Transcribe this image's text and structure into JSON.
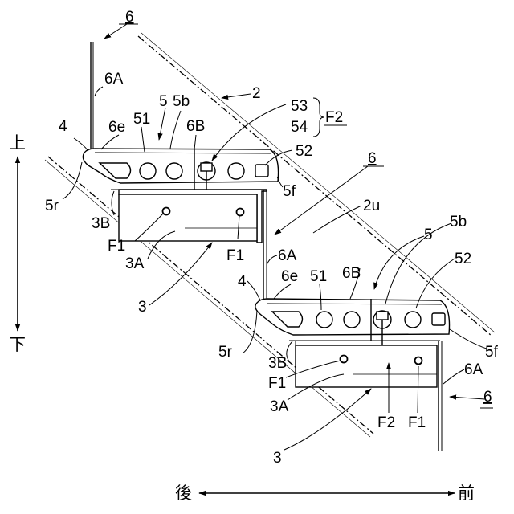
{
  "labels": {
    "ref_6_top": "6",
    "ref_6A_top": "6A",
    "ref_2": "2",
    "ref_4_top": "4",
    "ref_6e_top": "6e",
    "ref_51_top": "51",
    "ref_5_top": "5",
    "ref_5b_top": "5b",
    "ref_6B_top": "6B",
    "ref_53": "53",
    "ref_54": "54",
    "ref_F2_brace": "F2",
    "ref_52_top": "52",
    "ref_5r_top": "5r",
    "ref_5f_top": "5f",
    "ref_6_mid": "6",
    "ref_3B_top": "3B",
    "ref_2u": "2u",
    "ref_F1_top_left": "F1",
    "ref_3A_top": "3A",
    "ref_F1_top_right": "F1",
    "ref_6A_mid": "6A",
    "ref_3_top": "3",
    "ref_4_bot": "4",
    "ref_6e_bot": "6e",
    "ref_51_bot": "51",
    "ref_6B_bot": "6B",
    "ref_5_bot": "5",
    "ref_5b_bot": "5b",
    "ref_52_bot": "52",
    "ref_5r_bot": "5r",
    "ref_3B_bot": "3B",
    "ref_F1_bot_left": "F1",
    "ref_3A_bot": "3A",
    "ref_F2_bot": "F2",
    "ref_F1_bot_right": "F1",
    "ref_5f_bot": "5f",
    "ref_6A_bot": "6A",
    "ref_6_bot": "6",
    "ref_3_bot": "3"
  },
  "directions": {
    "up": "上",
    "down": "下",
    "rear": "後",
    "front": "前"
  }
}
